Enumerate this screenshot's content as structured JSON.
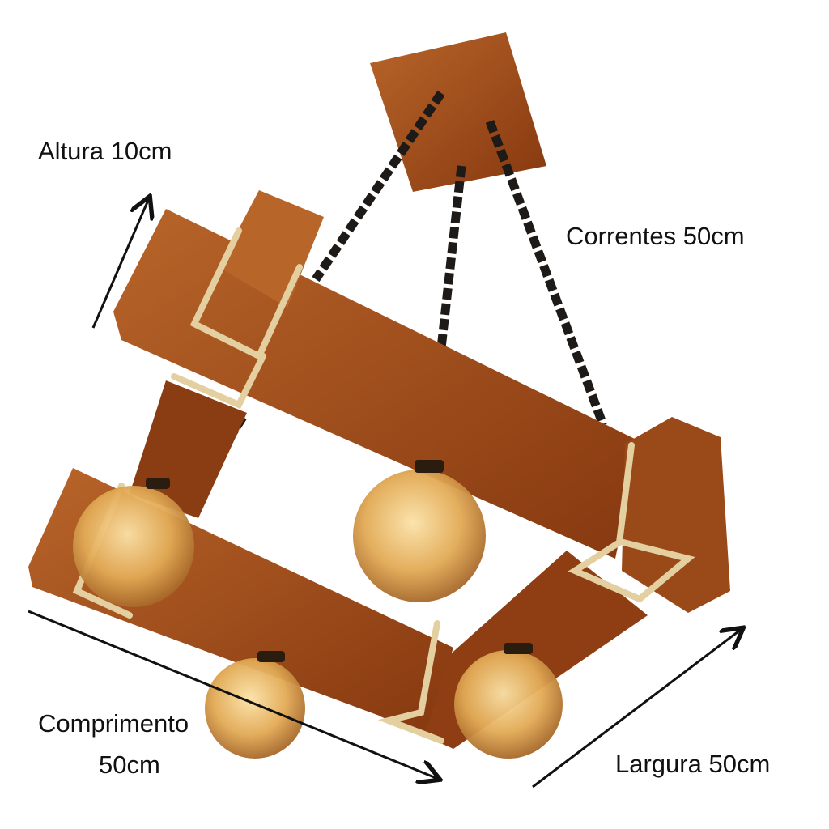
{
  "labels": {
    "height": "Altura 10cm",
    "chains": "Correntes 50cm",
    "length_line1": "Comprimento",
    "length_line2": "50cm",
    "width": "Largura 50cm"
  },
  "colors": {
    "wood": "#9a4a18",
    "wood_light": "#b8652a",
    "wood_dark": "#6e300c",
    "rope": "#e3cfa0",
    "chain": "#1e1a18",
    "bulb": "#e8b865"
  }
}
